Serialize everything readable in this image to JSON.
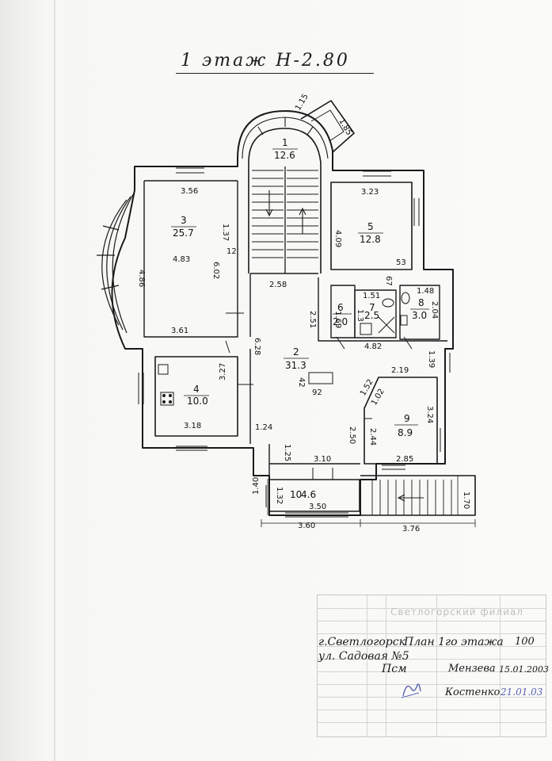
{
  "title": "1 этаж  Н-2.80",
  "rooms": [
    {
      "id": "1",
      "area": "12.6"
    },
    {
      "id": "2",
      "area": "31.3"
    },
    {
      "id": "3",
      "area": "25.7"
    },
    {
      "id": "4",
      "area": "10.0"
    },
    {
      "id": "5",
      "area": "12.8"
    },
    {
      "id": "6",
      "area": "2.0"
    },
    {
      "id": "7",
      "area": "2.5"
    },
    {
      "id": "8",
      "area": "3.0"
    },
    {
      "id": "9",
      "area": "8.9"
    },
    {
      "id": "10",
      "area": "4.6"
    }
  ],
  "dimensions": {
    "d_1_15": "1.15",
    "d_1_85": "1.85",
    "d_3_56": "3.56",
    "d_4_86": "4.86",
    "d_4_83": "4.83",
    "d_6_02": "6.02",
    "d_1_37": "1.37",
    "d_12": "12",
    "d_3_61": "3.61",
    "d_3_23": "3.23",
    "d_4_09": "4.09",
    "d_53": "53",
    "d_67": "67",
    "d_2_58": "2.58",
    "d_2_51": "2.51",
    "d_1_51": "1.51",
    "d_1_48": "1.48",
    "d_1_69": "1.69",
    "d_1_3": "1.3",
    "d_2_04": "2.04",
    "d_4_82": "4.82",
    "d_6_28": "6.28",
    "d_3_27": "3.27",
    "d_3_18": "3.18",
    "d_42": "42",
    "d_92": "92",
    "d_2_19": "2.19",
    "d_1_39": "1.39",
    "d_1_52": "1.52",
    "d_1_02": "1.02",
    "d_3_24": "3.24",
    "d_2_44": "2.44",
    "d_2_50": "2.50",
    "d_2_85": "2.85",
    "d_1_24": "1.24",
    "d_1_25": "1.25",
    "d_3_10": "3.10",
    "d_1_40": "1.40",
    "d_1_32": "1.32",
    "d_3_50": "3.50",
    "d_3_60": "3.60",
    "d_3_76": "3.76",
    "d_1_70": "1.70"
  },
  "stamp": {
    "branch": "Светлогорский филиал",
    "address_line1": "г.Светлогорск",
    "sheet_title": "План 1го этажа",
    "scale": "100",
    "address_line2": "ул. Садовая №5",
    "executor_initials": "Псм",
    "executor_name": "Мензева",
    "executor_date": "15.01.2003",
    "checker_name": "Костенко",
    "checker_date": "21.01.03"
  },
  "colors": {
    "ink": "#1a1a1a",
    "pen_blue": "#5b63b4",
    "paper": "#f7f7f5"
  }
}
